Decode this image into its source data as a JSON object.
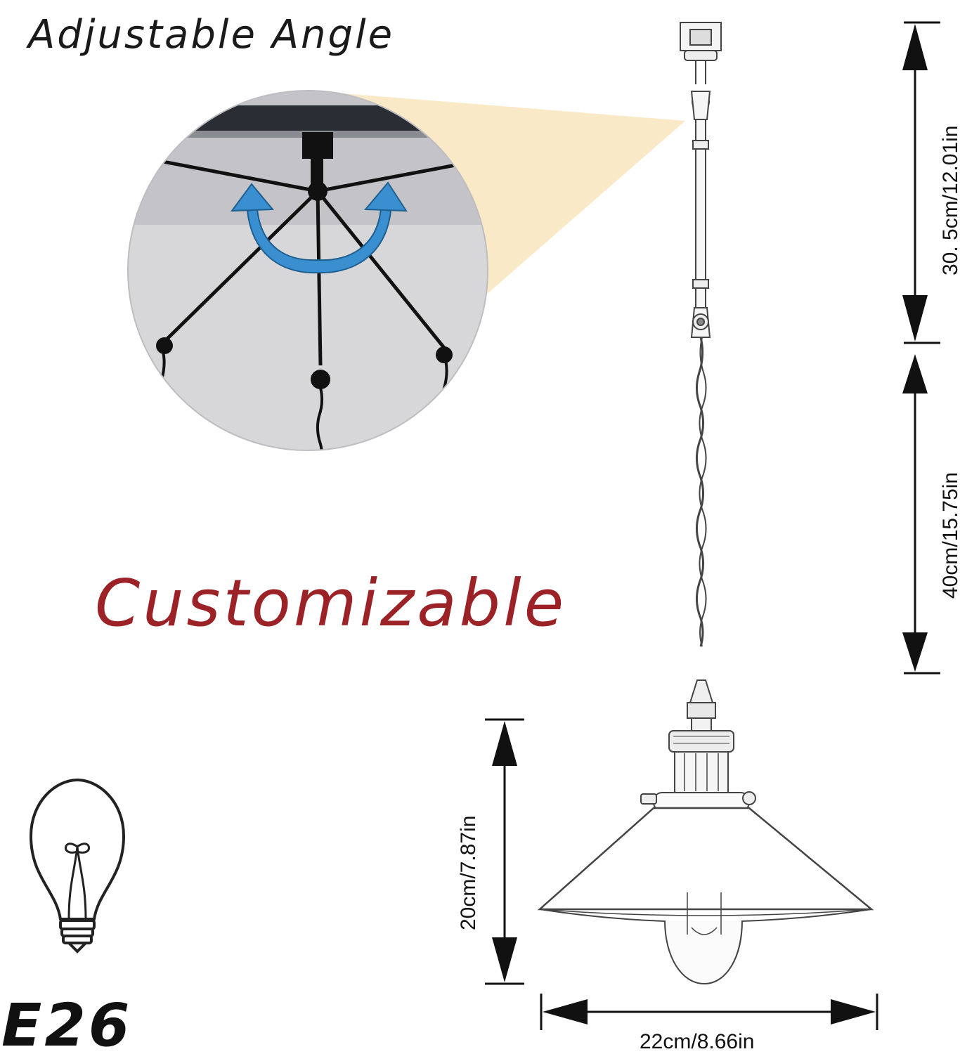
{
  "labels": {
    "title": "Adjustable Angle",
    "customizable": "Customizable",
    "socket": "E26"
  },
  "dimensions": {
    "rod_length": "30. 5cm/12.01in",
    "cord_length": "40cm/15.75in",
    "shade_height": "20cm/7.87in",
    "shade_width": "22cm/8.66in"
  },
  "icons": {
    "bulb": "lightbulb-icon",
    "rotate": "curved-double-arrow-icon"
  },
  "colors": {
    "customizable_text": "#9b2226",
    "arrow_blue": "#3a8fd1",
    "zoom_cone": "#f9e9c6",
    "zoom_bg": "#c9c9cd"
  }
}
